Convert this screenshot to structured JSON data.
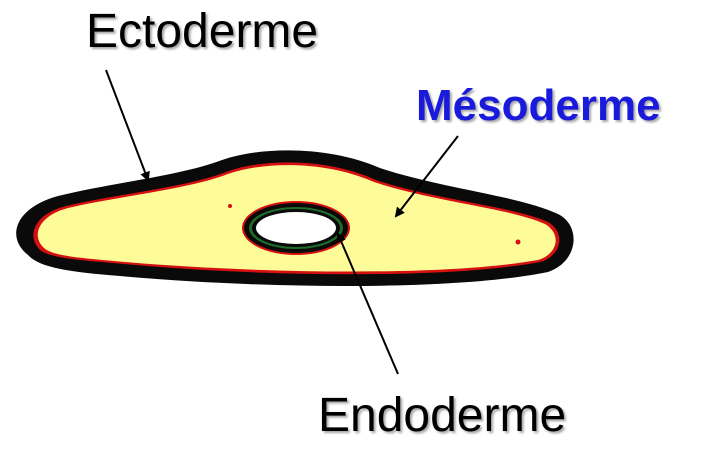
{
  "labels": {
    "ectoderm": "Ectoderme",
    "mesoderm": "Mésoderme",
    "endoderm": "Endoderme"
  },
  "colors": {
    "ectoderm_layer": "#0a0a0a",
    "mesoderm_layer": "#fdfc98",
    "endoderm_ring": "#1f6b2c",
    "boundary": "#d41010",
    "mesoderm_label": "#1a1adc",
    "arrow": "#000000"
  }
}
